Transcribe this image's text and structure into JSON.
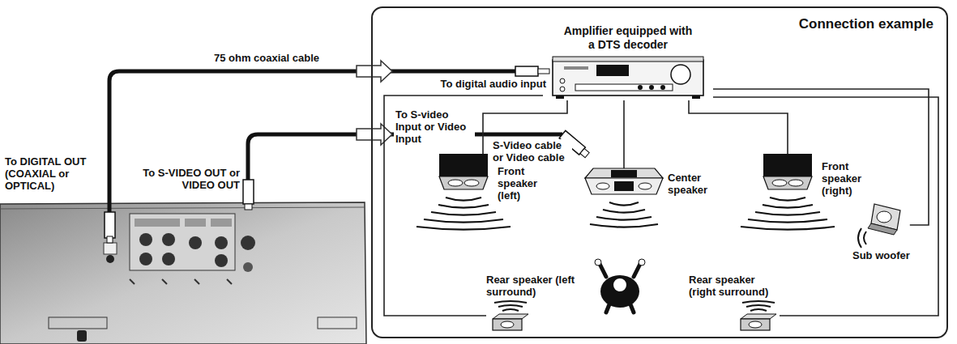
{
  "diagram": {
    "nodes": [
      {
        "text": [
          "Connection example"
        ]
      },
      {
        "text": [
          "Amplifier equipped with a DTS decoder"
        ],
        "in": 0
      },
      {
        "text": [
          "Front speaker (left)"
        ],
        "in": 0
      },
      {
        "text": [
          "Center speaker"
        ],
        "in": 0
      },
      {
        "text": [
          "Front speaker (right)"
        ],
        "in": 0
      },
      {
        "text": [
          "Sub woofer"
        ],
        "in": 0
      },
      {
        "text": [
          "Rear speaker (left surround)"
        ],
        "in": 0
      },
      {
        "text": [
          "Rear speaker (right surround)"
        ],
        "in": 0
      }
    ],
    "edges": [
      {
        "from": 1,
        "to": 2,
        "arrow": "none"
      },
      {
        "from": 1,
        "to": 3,
        "arrow": "none"
      },
      {
        "from": 1,
        "to": 4,
        "arrow": "none"
      },
      {
        "from": 1,
        "to": 5,
        "arrow": "none"
      },
      {
        "from": 1,
        "to": 6,
        "arrow": "none"
      },
      {
        "from": 1,
        "to": 7,
        "arrow": "none"
      }
    ],
    "labels": [
      "75 ohm coaxial cable",
      "To digital audio input",
      "To S-video Input or Video Input",
      "S-Video cable or Video cable",
      "To DIGITAL OUT (COAXIAL or OPTICAL)",
      "To S-VIDEO OUT or VIDEO OUT"
    ]
  }
}
